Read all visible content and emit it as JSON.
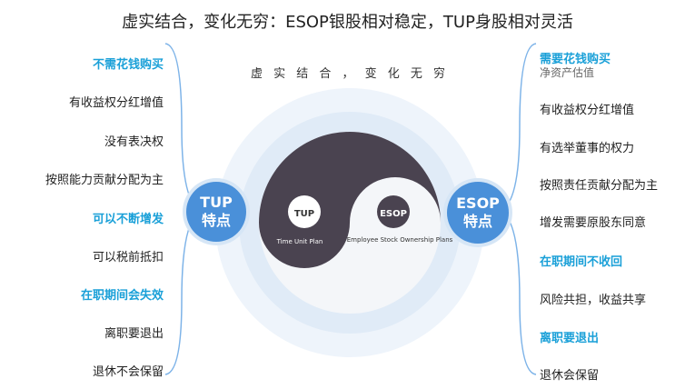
{
  "title": "虚实结合，变化无穷：ESOP银股相对稳定，TUP身股相对灵活",
  "center_subtitle": "虚 实 结 合 ， 变 化 无 穷",
  "tup_bubble": {
    "line1": "TUP",
    "line2": "特点"
  },
  "esop_bubble": {
    "line1": "ESOP",
    "line2": "特点"
  },
  "yin": {
    "label": "TUP",
    "caption": "Time Unit Plan"
  },
  "yang": {
    "label": "ESOP",
    "caption": "Employee Stock Ownership Plans"
  },
  "left_items": [
    {
      "text": "不需花钱购买",
      "highlight": true
    },
    {
      "text": "有收益权分红增值",
      "highlight": false
    },
    {
      "text": "没有表决权",
      "highlight": false
    },
    {
      "text": "按照能力贡献分配为主",
      "highlight": false
    },
    {
      "text": "可以不断增发",
      "highlight": true
    },
    {
      "text": "可以税前抵扣",
      "highlight": false
    },
    {
      "text": "在职期间会失效",
      "highlight": true
    },
    {
      "text": "离职要退出",
      "highlight": false
    },
    {
      "text": "退休不会保留",
      "highlight": false
    }
  ],
  "right_items": [
    {
      "text": "需要花钱购买",
      "highlight": true
    },
    {
      "text": "有收益权分红增值",
      "highlight": false
    },
    {
      "text": "有选举董事的权力",
      "highlight": false
    },
    {
      "text": "按照责任贡献分配为主",
      "highlight": false
    },
    {
      "text": "增发需要原股东同意",
      "highlight": false
    },
    {
      "text": "在职期间不收回",
      "highlight": true
    },
    {
      "text": "风险共担，收益共享",
      "highlight": false
    },
    {
      "text": "离职要退出",
      "highlight": true
    },
    {
      "text": "退休会保留",
      "highlight": false
    }
  ],
  "right_sub": "净资产估值",
  "colors": {
    "accent": "#1aa0d8",
    "bubble": "#4a90d9",
    "yin_dark": "#4a4350",
    "glow": "#dbe8f6"
  }
}
